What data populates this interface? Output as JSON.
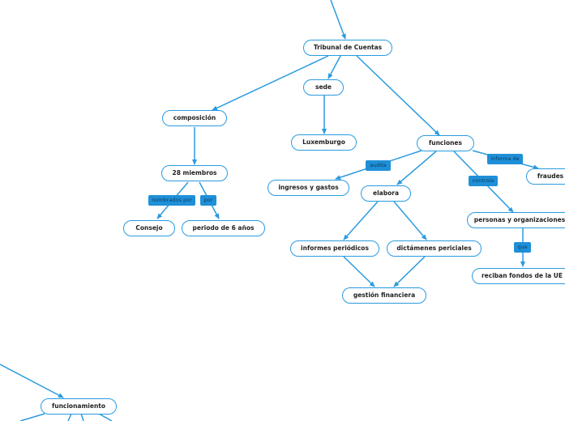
{
  "colors": {
    "line": "#2a9be0",
    "label_bg": "#1f8fd8",
    "node_border": "#2a9be0"
  },
  "nodes": {
    "tribunal": "Tribunal de Cuentas",
    "composicion": "composición",
    "sede": "sede",
    "luxemburgo": "Luxemburgo",
    "funciones": "funciones",
    "miembros": "28 miembros",
    "consejo": "Consejo",
    "periodo": "periodo de 6 años",
    "ingresos": "ingresos y gastos",
    "elabora": "elabora",
    "fraudes": "fraudes",
    "personas": "personas y organizaciones",
    "informes": "informes periódicos",
    "dictamenes": "dictámenes periciales",
    "gestion": "gestión financiera",
    "reciban": "reciban fondos de la UE",
    "funcionamiento": "funcionamiento"
  },
  "labels": {
    "nombrados": "nombrados por",
    "por": "por",
    "audita": "audita",
    "informa": "informa de",
    "controla": "controla",
    "que": "que"
  }
}
